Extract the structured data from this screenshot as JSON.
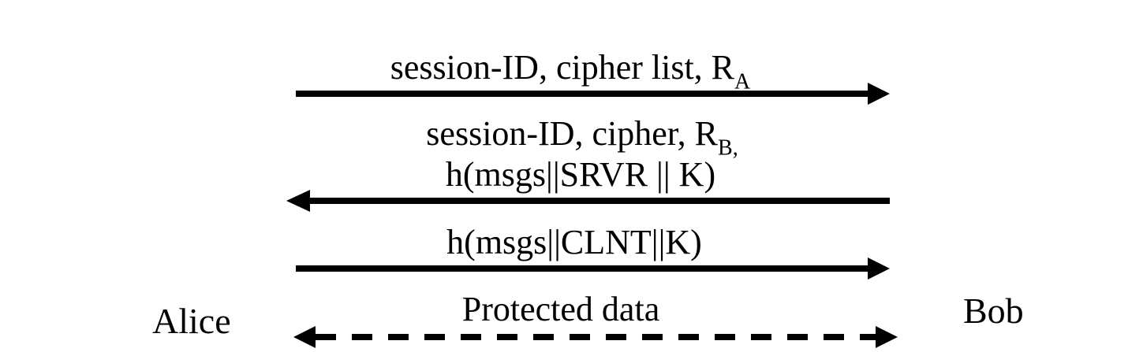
{
  "parties": {
    "left": "Alice",
    "right": "Bob"
  },
  "messages": [
    {
      "label": "session-ID, cipher list, R",
      "sub": "A",
      "direction": "right",
      "style": "solid"
    },
    {
      "label": "session-ID, cipher, R",
      "sub": "B,",
      "label2": "h(msgs||SRVR || K)",
      "direction": "left",
      "style": "solid"
    },
    {
      "label": "h(msgs||CLNT||K)",
      "direction": "right",
      "style": "solid"
    },
    {
      "label": "Protected data",
      "direction": "both",
      "style": "dashed"
    }
  ],
  "colors": {
    "ink": "#000000",
    "background": "#ffffff"
  }
}
